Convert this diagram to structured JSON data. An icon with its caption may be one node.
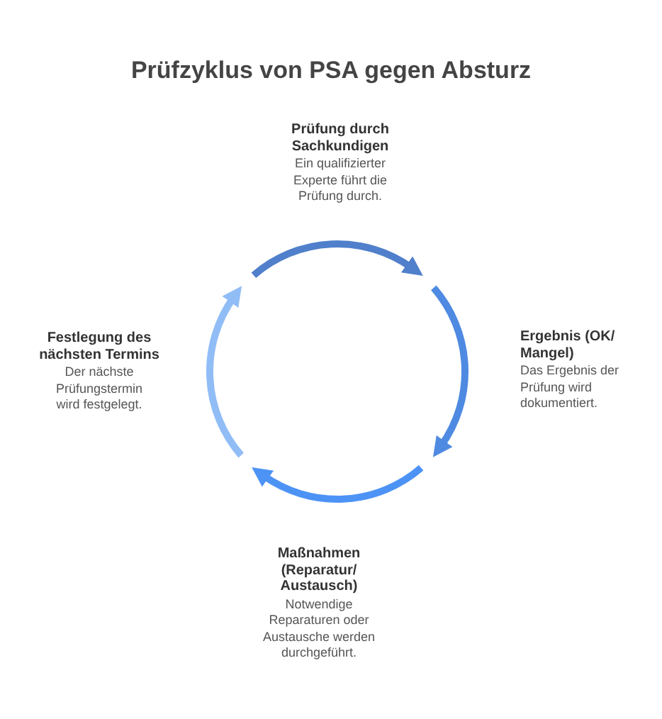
{
  "diagram": {
    "title": "Prüfzyklus von PSA gegen Absturz",
    "nodes": [
      {
        "text": [
          "Prüfung durch Sachkundigen",
          "Ein qualifizierter Experte führt die Prüfung durch."
        ]
      },
      {
        "text": [
          "Ergebnis (OK/ Mangel)",
          "Das Ergebnis der Prüfung wird dokumentiert."
        ]
      },
      {
        "text": [
          "Maßnahmen (Reparatur/ Austausch)",
          "Notwendige Reparaturen oder Austausche werden durchgeführt."
        ]
      },
      {
        "text": [
          "Festlegung des nächsten Termins",
          "Der nächste Prüfungstermin wird festgelegt."
        ]
      }
    ]
  }
}
